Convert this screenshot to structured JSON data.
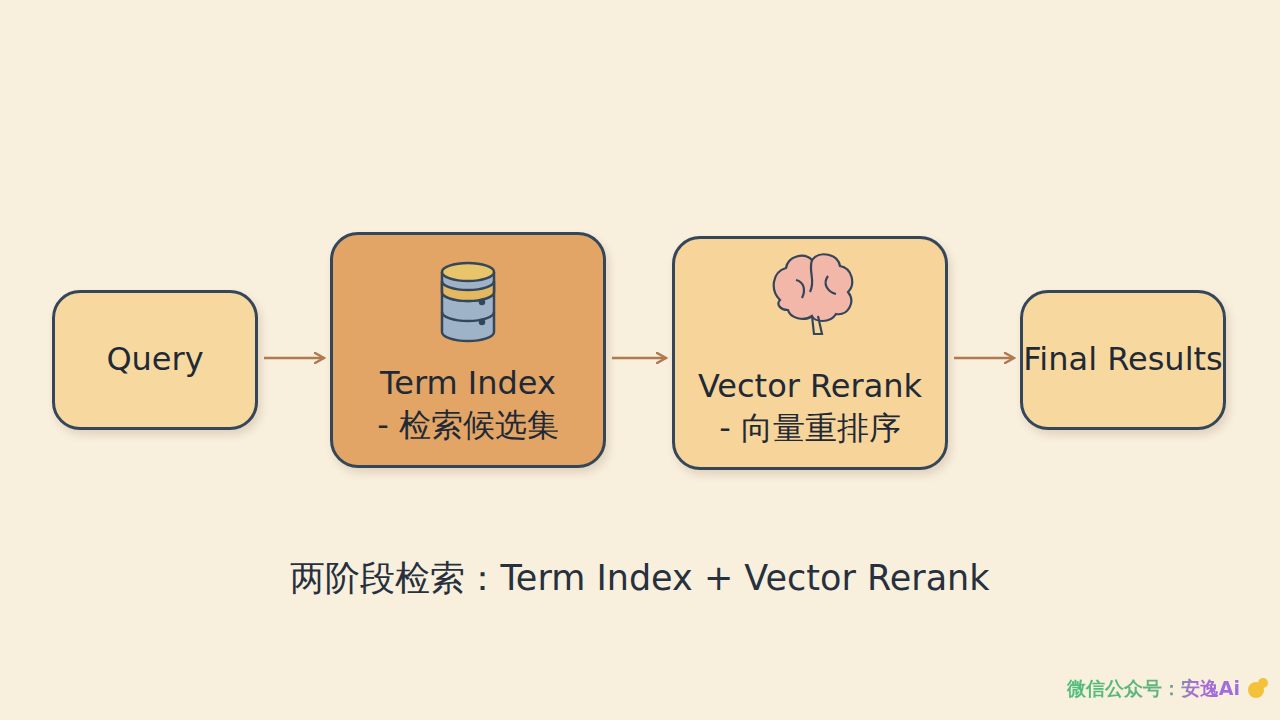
{
  "diagram": {
    "caption": "两阶段检索：Term Index + Vector Rerank",
    "nodes": [
      {
        "text": [
          "Query"
        ]
      },
      {
        "text": [
          "Term Index",
          "- 检索候选集"
        ]
      },
      {
        "text": [
          "Vector Rerank",
          "- 向量重排序"
        ]
      },
      {
        "text": [
          "Final Results"
        ]
      }
    ],
    "edges": [
      {
        "from": 0,
        "to": 1,
        "arrow": "to"
      },
      {
        "from": 1,
        "to": 2,
        "arrow": "to"
      },
      {
        "from": 2,
        "to": 3,
        "arrow": "to"
      }
    ],
    "labels": [
      "微信公众号：安逸Ai"
    ]
  }
}
